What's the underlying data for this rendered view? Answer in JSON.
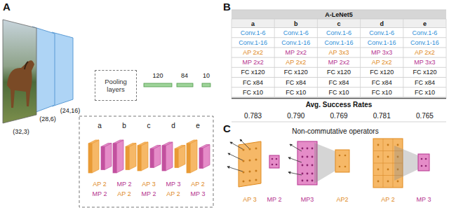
{
  "diagram": {
    "nodes": [
      {
        "text": [
          "Pooling layers"
        ]
      }
    ],
    "labels": [
      "A",
      "(32,3)",
      "(28,6)",
      "(24,16)",
      "120",
      "84",
      "10",
      "a",
      "b",
      "c",
      "d",
      "e",
      "AP 2",
      "MP 2",
      "MP 2",
      "AP 2",
      "AP 3",
      "MP 2",
      "MP 3",
      "AP 2",
      "AP 2",
      "MP 3",
      "B",
      "A-LeNet5",
      "a",
      "b",
      "c",
      "d",
      "e",
      "Conv.1-6",
      "Conv.1-6",
      "Conv.1-6",
      "Conv.1-6",
      "Conv.1-6",
      "Conv.1-16",
      "Conv.1-16",
      "Conv.1-16",
      "Conv.1-16",
      "Conv.1-16",
      "AP 2x2",
      "MP 2x2",
      "AP 3x3",
      "MP 3x3",
      "AP 2x2",
      "MP 2x2",
      "AP 2x2",
      "MP 2x2",
      "AP 2x2",
      "MP 3x3",
      "FC x120",
      "FC x120",
      "FC x120",
      "FC x120",
      "FC x120",
      "FC x84",
      "FC x84",
      "FC x84",
      "FC x84",
      "FC x84",
      "FC x10",
      "FC x10",
      "FC x10",
      "FC x10",
      "FC x10",
      "Avg. Success Rates",
      "0.783",
      "0.790",
      "0.769",
      "0.781",
      "0.765",
      "C",
      "Non-commutative operators",
      "AP 3",
      "MP 2",
      "MP3",
      "AP2",
      "AP 2",
      "MP 3"
    ]
  }
}
